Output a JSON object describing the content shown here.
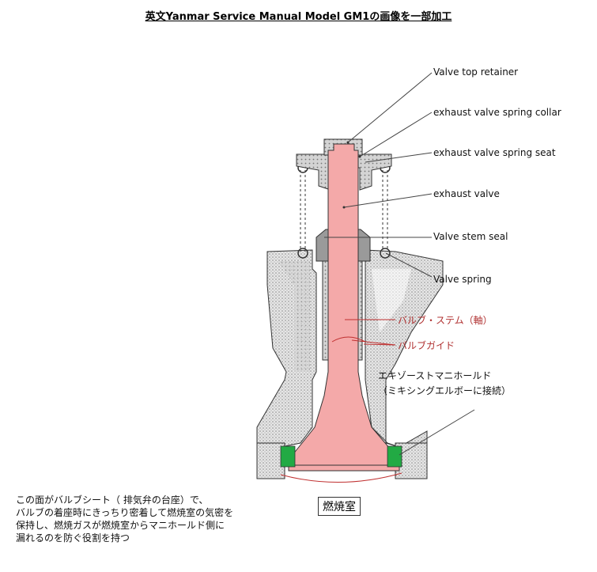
{
  "title": "英文Yanmar Service Manual Model  GM1の画像を一部加工",
  "labels": {
    "valve_top_retainer": "Valve top retainer",
    "spring_collar": "exhaust valve spring collar",
    "spring_seat": "exhaust valve spring seat",
    "exhaust_valve": "exhaust valve",
    "stem_seal": "Valve stem seal",
    "valve_spring": "Valve spring",
    "valve_stem": "バルブ・ステム（軸）",
    "valve_guide": "バルブガイド",
    "manifold_line1": "エキゾーストマニホールド",
    "manifold_line2": "（ミキシングエルボーに接続）",
    "combustion_chamber": "燃焼室"
  },
  "note": [
    "この面がバルブシート（ 排気弁の台座）で、",
    "バルブの着座時にきっちり密着して燃焼室の気密を",
    "保持し、燃焼ガスが燃焼室からマニホールド側に",
    "漏れるのを防ぐ役割を持つ"
  ],
  "colors": {
    "valve_fill": "#f4a9a9",
    "seat_green": "#22aa44",
    "annotation_red": "#b03030",
    "head_stipple": "#bdbdbd"
  }
}
